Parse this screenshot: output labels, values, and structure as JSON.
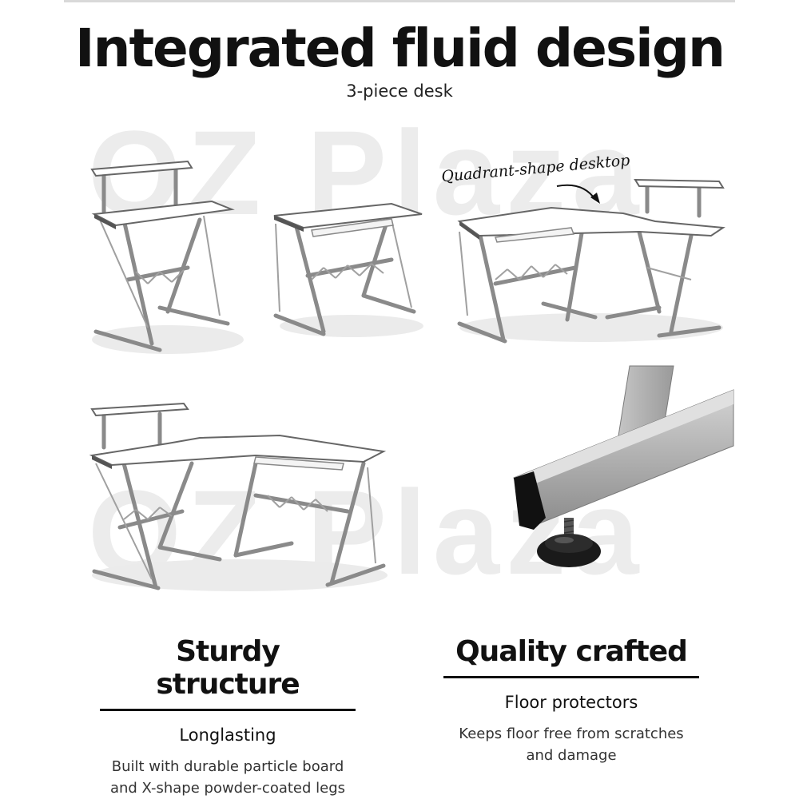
{
  "header": {
    "title": "Integrated fluid design",
    "subtitle": "3-piece desk"
  },
  "watermark": {
    "text_top": "OZ Plaza",
    "text_bottom": "OZ Plaza"
  },
  "annotation": {
    "text": "Quadrant-shape desktop"
  },
  "features": [
    {
      "title": "Sturdy structure",
      "subtitle": "Longlasting",
      "description_line1": "Built with durable particle board",
      "description_line2": "and X-shape powder-coated legs"
    },
    {
      "title": "Quality crafted",
      "subtitle": "Floor protectors",
      "description_line1": "Keeps floor free from scratches",
      "description_line2": "and damage"
    }
  ],
  "colors": {
    "frame": "#8a8a8a",
    "desktop": "#ffffff",
    "text": "#111111"
  }
}
